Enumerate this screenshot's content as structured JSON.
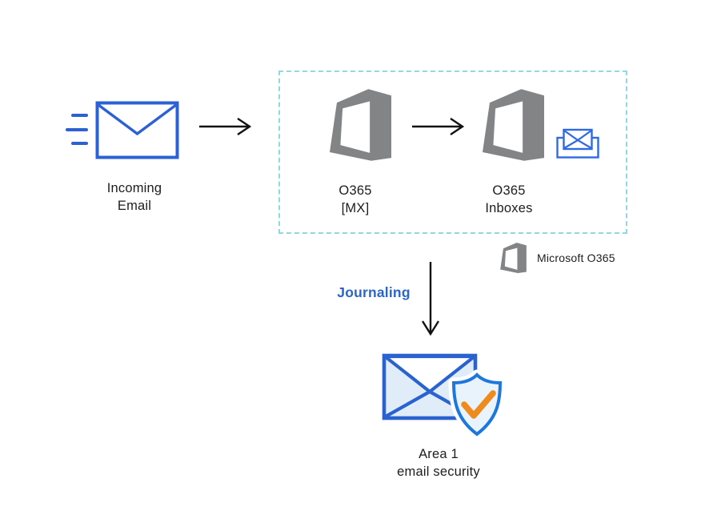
{
  "diagram": {
    "type": "flow-diagram",
    "nodes": {
      "incoming_email": {
        "line1": "Incoming",
        "line2": "Email"
      },
      "o365_mx": {
        "line1": "O365",
        "line2": "[MX]"
      },
      "o365_inboxes": {
        "line1": "O365",
        "line2": "Inboxes"
      },
      "area1": {
        "line1": "Area 1",
        "line2": "email security"
      }
    },
    "edges": [
      {
        "from": "incoming_email",
        "to": "o365_mx",
        "style": "arrow-right"
      },
      {
        "from": "o365_mx",
        "to": "o365_inboxes",
        "style": "arrow-right"
      },
      {
        "from": "o365_group",
        "to": "area1",
        "style": "arrow-down",
        "label": "Journaling"
      }
    ],
    "labels": {
      "journaling": "Journaling"
    },
    "legend": {
      "label": "Microsoft O365",
      "icon": "office365-icon"
    },
    "icons": [
      "speed-lines-icon",
      "envelope-icon",
      "arrow-right-icon",
      "office365-icon",
      "inbox-tray-icon",
      "arrow-down-icon",
      "office365-small-icon",
      "envelope-shield-icon",
      "shield-check-icon"
    ],
    "colors": {
      "envelope_blue": "#2c60d5",
      "inbox_blue": "#2e6ae0",
      "office_gray": "#828486",
      "dashed_border": "#8fd9e3",
      "journaling_blue": "#2a66c8",
      "area1_envelope_border": "#2a63cf",
      "area1_light_fill": "#e0edf8",
      "shield_border": "#1e77dd",
      "shield_fill": "#e9f3fb",
      "check_orange": "#ef8a1d",
      "arrow_black": "#111111",
      "text_dark": "#1d1d1d"
    }
  }
}
